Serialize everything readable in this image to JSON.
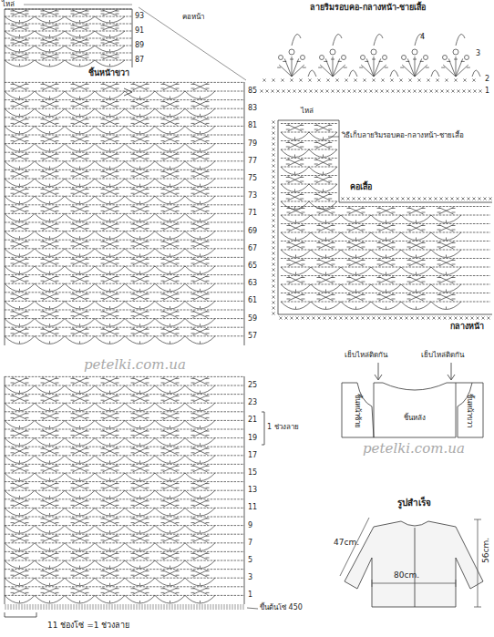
{
  "diagram": {
    "nodes": [
      {
        "text": [
          "ชิ้นหน้าซ้าย"
        ]
      },
      {
        "text": [
          "ชิ้นหลัง"
        ]
      },
      {
        "text": [
          "ชิ้นหน้าขวา"
        ]
      }
    ],
    "labels": [
      "93",
      "91",
      "89",
      "87",
      "85",
      "83",
      "81",
      "79",
      "77",
      "75",
      "73",
      "71",
      "69",
      "67",
      "65",
      "63",
      "61",
      "59",
      "57",
      "25",
      "23",
      "21",
      "19",
      "17",
      "15",
      "13",
      "11",
      "9",
      "7",
      "5",
      "3",
      "1",
      "ไหล่",
      "คอหน้า",
      "ชิ้นหน้าขวา",
      "1 ช่วงลาย",
      "11 ช่องโซ่ =1 ช่วงลาย",
      "ขึ้นต้นโซ่ 450",
      "ลายริมรอบคอ-กลางหน้า-ชายเสื้อ",
      "4",
      "3",
      "2",
      "1",
      "ไหล่",
      "วิธีเก็บลายริมรอบคอ-กลางหน้า-ชายเสื้อ",
      "คอเสื้อ",
      "กลางหน้า",
      "เย็บไหล่ติดกัน",
      "เย็บไหล่ติดกัน",
      "petelki.com.ua",
      "petelki.com.ua",
      "รูปสำเร็จ",
      "47cm.",
      "80cm.",
      "56cm."
    ]
  }
}
